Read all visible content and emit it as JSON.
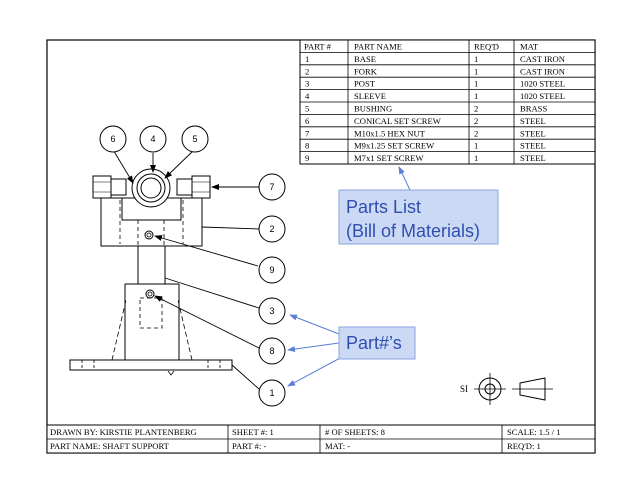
{
  "bom": {
    "headers": [
      "PART #",
      "PART NAME",
      "REQ'D",
      "MAT"
    ],
    "rows": [
      [
        "1",
        "BASE",
        "1",
        "CAST IRON"
      ],
      [
        "2",
        "FORK",
        "1",
        "CAST IRON"
      ],
      [
        "3",
        "POST",
        "1",
        "1020 STEEL"
      ],
      [
        "4",
        "SLEEVE",
        "1",
        "1020 STEEL"
      ],
      [
        "5",
        "BUSHING",
        "2",
        "BRASS"
      ],
      [
        "6",
        "CONICAL SET SCREW",
        "2",
        "STEEL"
      ],
      [
        "7",
        "M10x1.5 HEX NUT",
        "2",
        "STEEL"
      ],
      [
        "8",
        "M9x1.25 SET SCREW",
        "1",
        "STEEL"
      ],
      [
        "9",
        "M7x1 SET SCREW",
        "1",
        "STEEL"
      ]
    ]
  },
  "title_block": {
    "drawn_by": "DRAWN BY: KIRSTIE PLANTENBERG",
    "sheet": "SHEET #: 1",
    "num_sheets": "# OF SHEETS: 8",
    "scale": "SCALE: 1.5 / 1",
    "part_name": "PART NAME: SHAFT SUPPORT",
    "part_num": "PART #: -",
    "mat": "MAT: -",
    "reqd": "REQ'D: 1"
  },
  "balloons": {
    "b6": "6",
    "b4": "4",
    "b5": "5",
    "b7": "7",
    "b2": "2",
    "b9": "9",
    "b3": "3",
    "b8": "8",
    "b1": "1"
  },
  "annotations": {
    "parts_list_line1": "Parts List",
    "parts_list_line2": "(Bill of Materials)",
    "part_numbers": "Part#’s"
  },
  "projection_symbol": {
    "label": "SI"
  },
  "colors": {
    "annotation_box_fill": "#ccd9f5",
    "annotation_box_stroke": "#8aa4e0",
    "annotation_text": "#2f4fb0",
    "arrow": "#5b7fd6"
  }
}
